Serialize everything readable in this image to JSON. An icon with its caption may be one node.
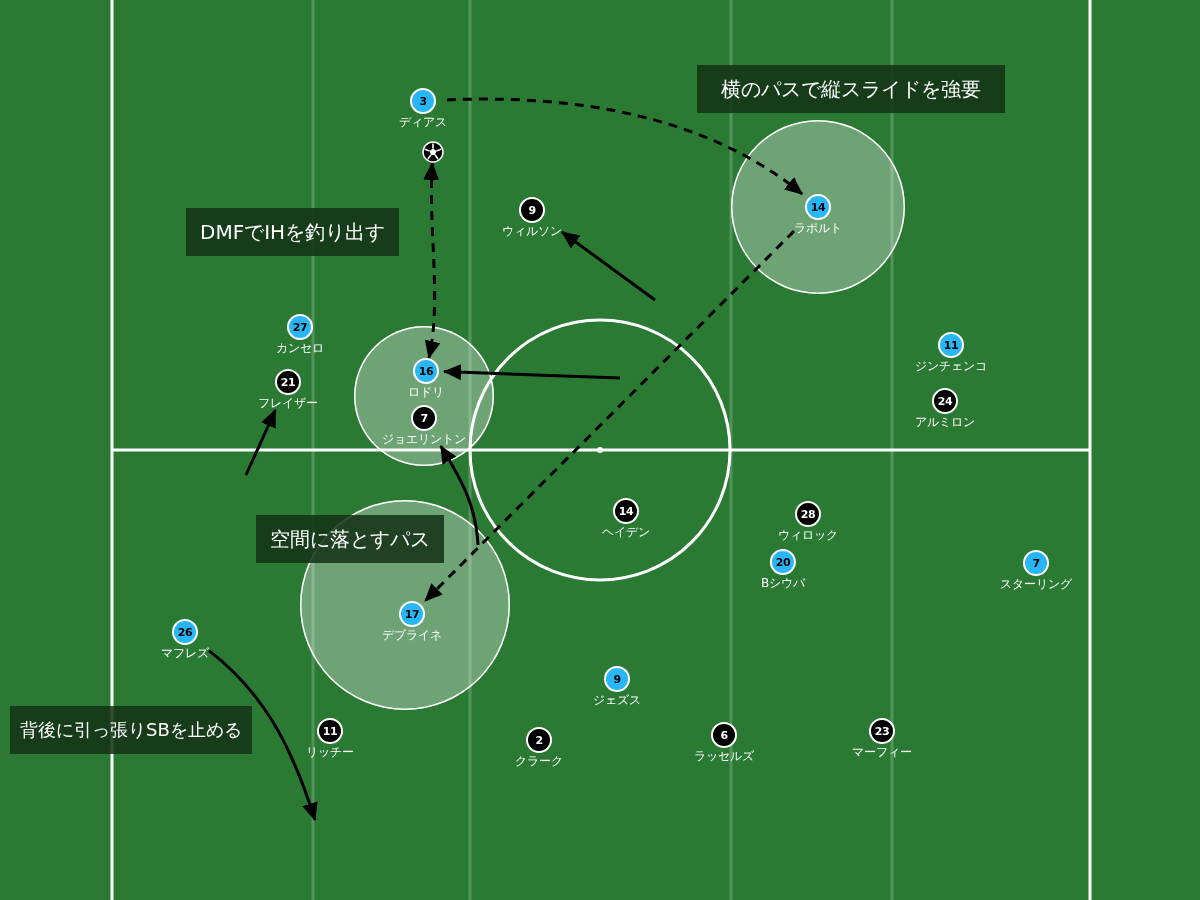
{
  "diagram": {
    "nodes": [
      {
        "text": [
          "横のパスで縦スライドを強要"
        ]
      },
      {
        "text": [
          "3"
        ],
        "beside": [
          "ディアス"
        ]
      },
      {
        "text": [],
        "shape": "ball"
      },
      {
        "text": [],
        "shape": "circle"
      },
      {
        "text": [
          "14"
        ],
        "beside": [
          "ラポルト"
        ],
        "in": 3
      },
      {
        "text": [
          "9"
        ],
        "beside": [
          "ウィルソン"
        ]
      },
      {
        "text": [
          "DMFでIHを釣り出す"
        ]
      },
      {
        "text": [
          "11"
        ],
        "beside": [
          "ジンチェンコ"
        ]
      },
      {
        "text": [
          "27"
        ],
        "beside": [
          "カンセロ"
        ]
      },
      {
        "text": [],
        "shape": "circle"
      },
      {
        "text": [
          "16"
        ],
        "beside": [
          "ロドリ"
        ],
        "in": 9
      },
      {
        "text": [
          "21"
        ],
        "beside": [
          "フレイザー"
        ]
      },
      {
        "text": [
          "24"
        ],
        "beside": [
          "アルミロン"
        ]
      },
      {
        "text": [
          "7"
        ],
        "beside": [
          "ジョエリントン"
        ],
        "in": 9
      },
      {
        "text": [
          "14"
        ],
        "beside": [
          "ヘイデン"
        ]
      },
      {
        "text": [
          "28"
        ],
        "beside": [
          "ウィロック"
        ]
      },
      {
        "text": [
          "空間に落とすパス"
        ]
      },
      {
        "text": [
          "20"
        ],
        "beside": [
          "Bシウバ"
        ]
      },
      {
        "text": [
          "7"
        ],
        "beside": [
          "スターリング"
        ]
      },
      {
        "text": [],
        "shape": "circle"
      },
      {
        "text": [
          "17"
        ],
        "beside": [
          "デブライネ"
        ],
        "in": 19
      },
      {
        "text": [
          "26"
        ],
        "beside": [
          "マフレズ"
        ]
      },
      {
        "text": [
          "9"
        ],
        "beside": [
          "ジェズス"
        ]
      },
      {
        "text": [
          "背後に引っ張りSBを止める"
        ]
      },
      {
        "text": [
          "11"
        ],
        "beside": [
          "リッチー"
        ]
      },
      {
        "text": [
          "2"
        ],
        "beside": [
          "クラーク"
        ]
      },
      {
        "text": [
          "6"
        ],
        "beside": [
          "ラッセルズ"
        ]
      },
      {
        "text": [
          "23"
        ],
        "beside": [
          "マーフィー"
        ]
      }
    ],
    "edges": [
      {
        "from": 1,
        "to": 4,
        "arrow": "to",
        "style": "dashed"
      },
      {
        "from": 2,
        "to": 10,
        "arrow": "both",
        "style": "dashed"
      },
      {
        "from": null,
        "to": 5,
        "arrow": "to"
      },
      {
        "from": null,
        "to": 10,
        "arrow": "to"
      },
      {
        "from": 4,
        "to": 20,
        "arrow": "to",
        "style": "dashed"
      },
      {
        "from": null,
        "to": 13,
        "arrow": "to"
      },
      {
        "from": null,
        "to": 11,
        "arrow": "to"
      },
      {
        "from": 21,
        "to": null,
        "arrow": "to"
      }
    ]
  }
}
